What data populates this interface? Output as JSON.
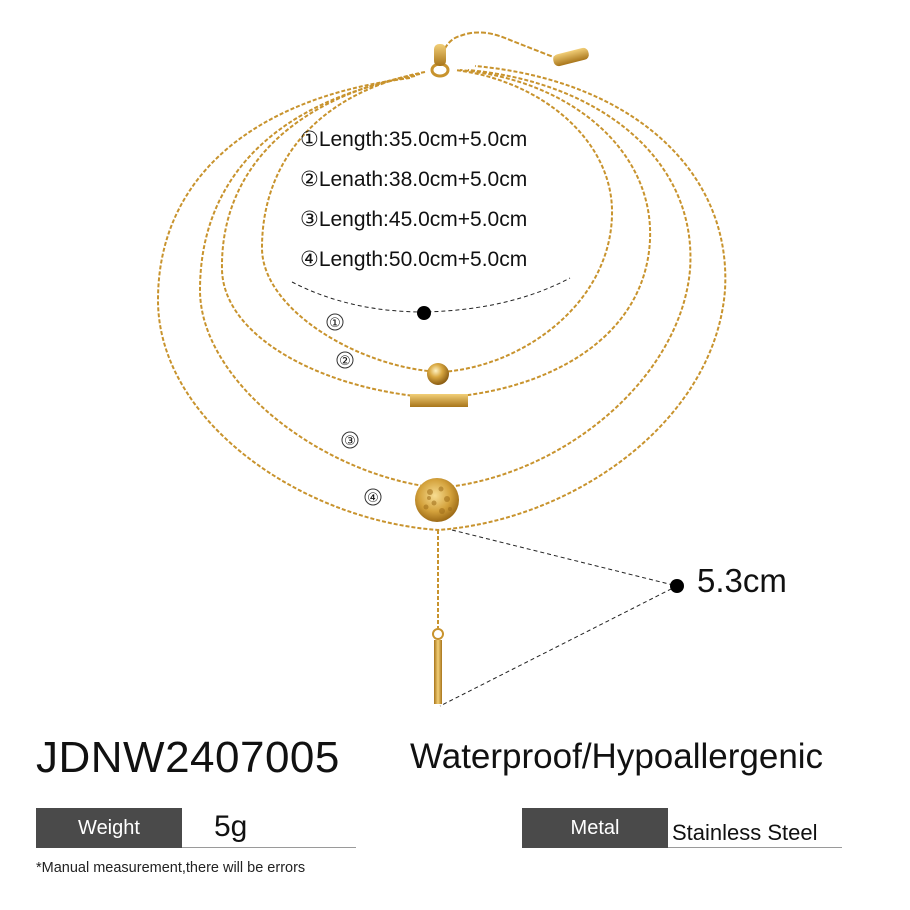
{
  "product": {
    "sku": "JDNW2407005",
    "features": "Waterproof/Hypoallergenic",
    "lengths": [
      "①Length:35.0cm+5.0cm",
      "②Lenath:38.0cm+5.0cm",
      "③Length:45.0cm+5.0cm",
      "④Length:50.0cm+5.0cm"
    ],
    "strand_markers": [
      "①",
      "②",
      "③",
      "④"
    ],
    "pendant_length": "5.3cm",
    "weight": {
      "label": "Weight",
      "value": "5g"
    },
    "metal": {
      "label": "Metal",
      "value": "Stainless Steel"
    },
    "disclaimer": "*Manual measurement,there will be errors"
  },
  "colors": {
    "gold": "#d4a23c",
    "gold_dark": "#a8751a",
    "label_bg": "#4a4a4a",
    "text": "#111111"
  }
}
